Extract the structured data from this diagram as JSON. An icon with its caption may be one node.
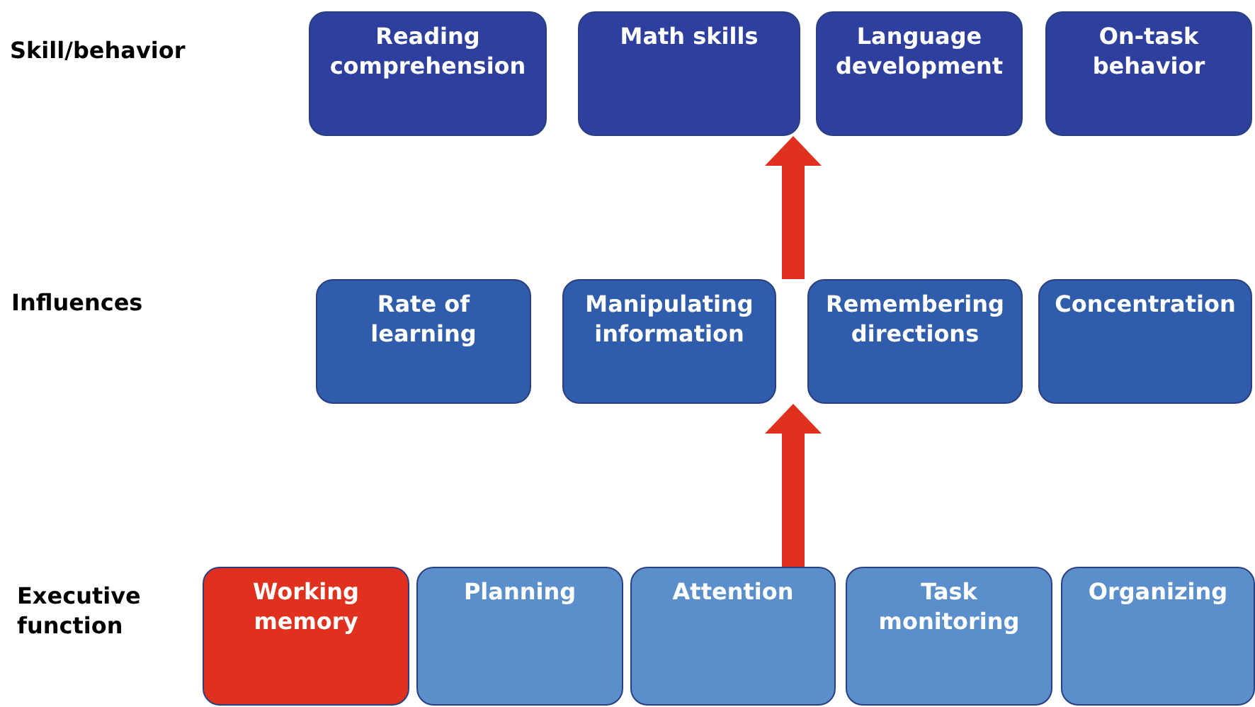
{
  "diagram": {
    "nodes": [
      {
        "text": [
          "Reading comprehension"
        ]
      },
      {
        "text": [
          "Math skills"
        ]
      },
      {
        "text": [
          "Language development"
        ]
      },
      {
        "text": [
          "On-task behavior"
        ]
      },
      {
        "text": [
          "Rate of learning"
        ]
      },
      {
        "text": [
          "Manipulating information"
        ]
      },
      {
        "text": [
          "Remembering directions"
        ]
      },
      {
        "text": [
          "Concentration"
        ]
      },
      {
        "text": [
          "Working memory"
        ]
      },
      {
        "text": [
          "Planning"
        ]
      },
      {
        "text": [
          "Attention"
        ]
      },
      {
        "text": [
          "Task monitoring"
        ]
      },
      {
        "text": [
          "Organizing"
        ]
      }
    ],
    "edges": [
      {
        "from": 10,
        "to": 5,
        "arrow": "to"
      },
      {
        "from": 6,
        "to": 1,
        "arrow": "to"
      }
    ],
    "labels": [
      "Skill/behavior",
      "Influences",
      "Executive function"
    ]
  }
}
